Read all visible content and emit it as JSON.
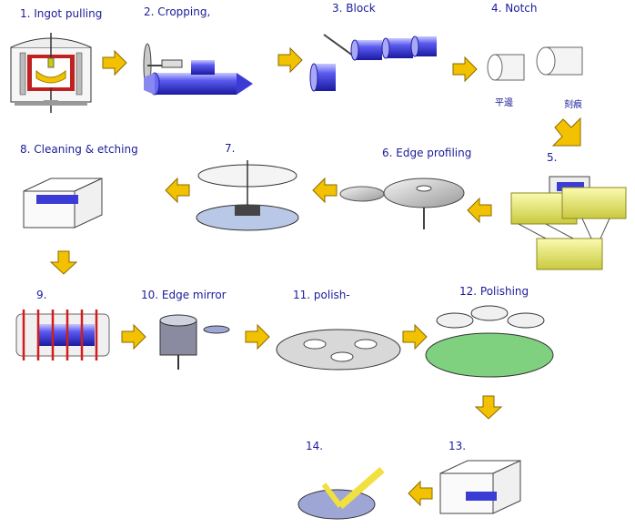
{
  "steps": [
    {
      "label": "1. Ingot pulling"
    },
    {
      "label": "2. Cropping,"
    },
    {
      "label": "3. Block"
    },
    {
      "label": "4. Notch"
    },
    {
      "label": "5."
    },
    {
      "label": "6. Edge profiling"
    },
    {
      "label": "7."
    },
    {
      "label": "8. Cleaning & etching"
    },
    {
      "label": "9."
    },
    {
      "label": "10. Edge mirror"
    },
    {
      "label": "11. polish-"
    },
    {
      "label": "12. Polishing"
    },
    {
      "label": "13."
    },
    {
      "label": "14."
    }
  ],
  "notch_labels": {
    "flat": "平邊",
    "notch": "刻痕"
  },
  "colors": {
    "label": "#1b1b9a",
    "arrow": "#f2c200",
    "arrow_stroke": "#8a6a00",
    "ingot": "#3b3bd6",
    "coil": "#d41c1c",
    "wire": "#d8d86a",
    "green": "#7fd07f"
  }
}
